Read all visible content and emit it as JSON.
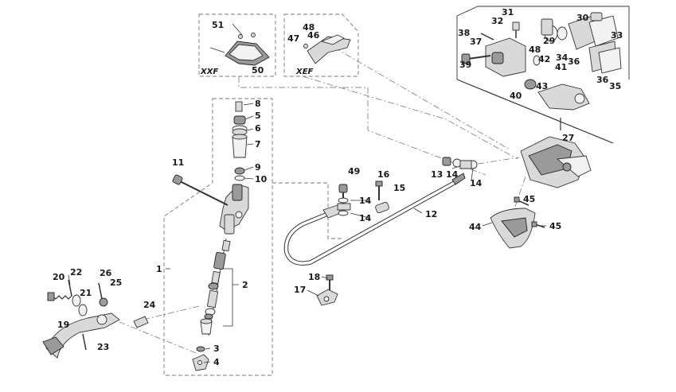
{
  "groups": {
    "xxf": "XXF",
    "xef": "XEF"
  },
  "labels": {
    "p1": "1",
    "p2": "2",
    "p3": "3",
    "p4": "4",
    "p5": "5",
    "p6": "6",
    "p7": "7",
    "p8": "8",
    "p9": "9",
    "p10": "10",
    "p11": "11",
    "p12": "12",
    "p13": "13",
    "p14a": "14",
    "p14b": "14",
    "p14c": "14",
    "p14d": "14",
    "p15": "15",
    "p16": "16",
    "p17": "17",
    "p18": "18",
    "p19": "19",
    "p20": "20",
    "p21": "21",
    "p22": "22",
    "p23": "23",
    "p24": "24",
    "p25": "25",
    "p26": "26",
    "p27": "27",
    "p29": "29",
    "p30": "30",
    "p31": "31",
    "p32": "32",
    "p33": "33",
    "p34": "34",
    "p35": "35",
    "p36a": "36",
    "p36b": "36",
    "p37": "37",
    "p38": "38",
    "p39": "39",
    "p40": "40",
    "p41": "41",
    "p42": "42",
    "p43": "43",
    "p44": "44",
    "p45a": "45",
    "p45b": "45",
    "p46": "46",
    "p47": "47",
    "p48a": "48",
    "p48b": "48",
    "p49": "49",
    "p50": "50",
    "p51": "51"
  }
}
